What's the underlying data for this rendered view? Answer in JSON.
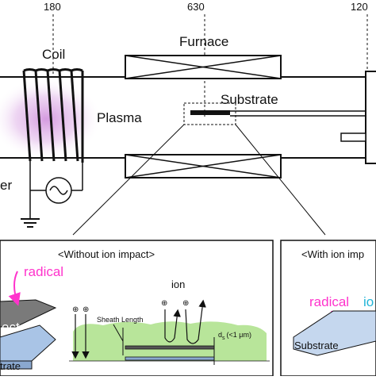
{
  "scale": {
    "tick_left": "180",
    "tick_mid": "630",
    "tick_right": "120"
  },
  "apparatus": {
    "coil_label": "Coil",
    "furnace_label": "Furnace",
    "plasma_label": "Plasma",
    "substrate_label": "Substrate",
    "power_label_fragment": "er"
  },
  "panel_left": {
    "title": "<Without ion impact>",
    "radical_label": "radical",
    "ion_label": "ion",
    "collector_fragment": "ector",
    "substrate_fragment": "trate",
    "sheath_label": "Sheath Length",
    "ds_label": "d",
    "ds_sub": "s",
    "ds_note": "(<1 μm)",
    "plus_symbol": "⊕"
  },
  "panel_right": {
    "title": "<With ion imp",
    "radical_label": "radical",
    "ion_fragment": "io",
    "substrate_label": "Substrate"
  },
  "colors": {
    "plasma_glow": "#c77ad6",
    "radical_pink": "#ff33cc",
    "ion_cyan": "#22b5d8",
    "sheath_green": "#b8e59a",
    "substrate_blue": "#a9c4e6",
    "collector_grey": "#7a7a7a"
  }
}
